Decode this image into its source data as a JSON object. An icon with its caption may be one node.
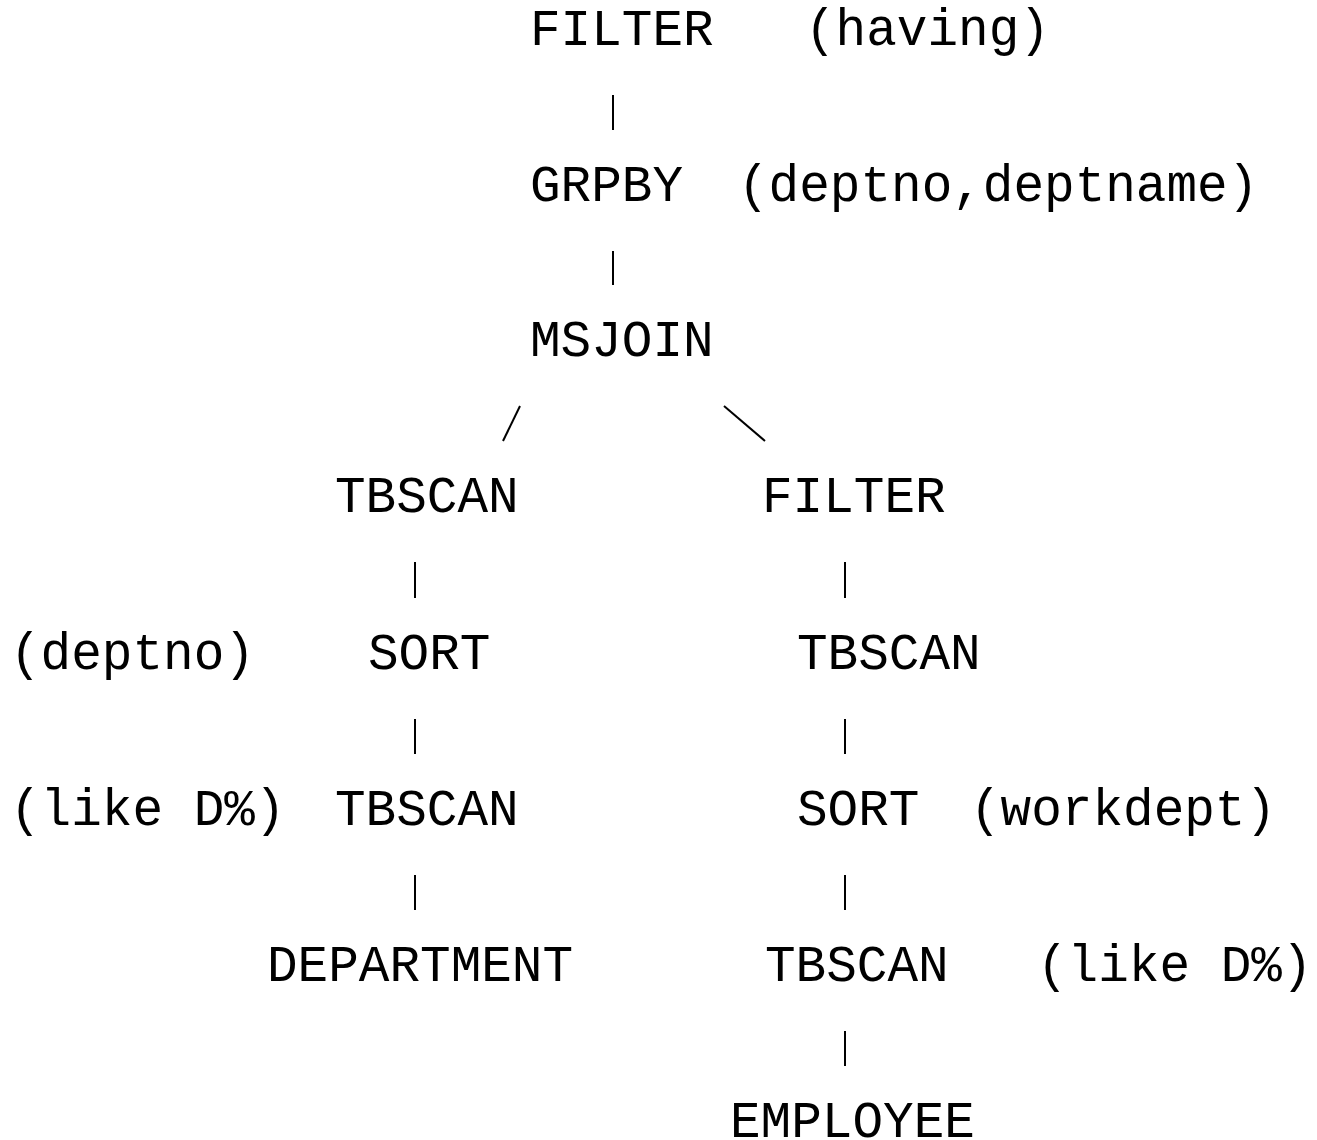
{
  "diagram": {
    "nodes": [
      {
        "text": [
          "FILTER"
        ],
        "beside": [
          "(having)"
        ]
      },
      {
        "text": [
          "GRPBY"
        ],
        "beside": [
          "(deptno,deptname)"
        ]
      },
      {
        "text": [
          "MSJOIN"
        ]
      },
      {
        "text": [
          "TBSCAN"
        ]
      },
      {
        "text": [
          "FILTER"
        ]
      },
      {
        "text": [
          "SORT"
        ],
        "beside": [
          "(deptno)"
        ]
      },
      {
        "text": [
          "TBSCAN"
        ]
      },
      {
        "text": [
          "TBSCAN"
        ],
        "beside": [
          "(like D%)"
        ]
      },
      {
        "text": [
          "SORT"
        ],
        "beside": [
          "(workdept)"
        ]
      },
      {
        "text": [
          "DEPARTMENT"
        ]
      },
      {
        "text": [
          "TBSCAN"
        ],
        "beside": [
          "(like D%)"
        ]
      },
      {
        "text": [
          "EMPLOYEE"
        ]
      }
    ],
    "edges": [
      {
        "from": 0,
        "to": 1,
        "arrow": "none"
      },
      {
        "from": 1,
        "to": 2,
        "arrow": "none"
      },
      {
        "from": 2,
        "to": 3,
        "arrow": "none"
      },
      {
        "from": 2,
        "to": 4,
        "arrow": "none"
      },
      {
        "from": 3,
        "to": 5,
        "arrow": "none"
      },
      {
        "from": 4,
        "to": 6,
        "arrow": "none"
      },
      {
        "from": 5,
        "to": 7,
        "arrow": "none"
      },
      {
        "from": 6,
        "to": 8,
        "arrow": "none"
      },
      {
        "from": 7,
        "to": 9,
        "arrow": "none"
      },
      {
        "from": 8,
        "to": 10,
        "arrow": "none"
      },
      {
        "from": 10,
        "to": 11,
        "arrow": "none"
      }
    ]
  }
}
